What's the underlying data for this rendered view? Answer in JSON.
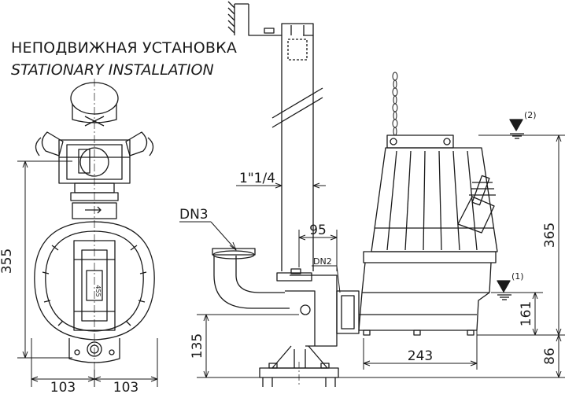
{
  "titles": {
    "ru": "НЕПОДВИЖНАЯ УСТАНОВКА",
    "en": "STATIONARY INSTALLATION"
  },
  "dimensions": {
    "left_height": "355",
    "half_width_left": "103",
    "half_width_right": "103",
    "pipe_size": "1\"1/4",
    "outlet_label": "DN3",
    "flange_label": "DN2",
    "offset": "95",
    "right_height": "365",
    "mid_height": "161",
    "base_height": "135",
    "base_width": "243",
    "foot_height": "86",
    "pump_label": "455"
  },
  "levels": {
    "upper": "(2)",
    "lower": "(1)"
  },
  "colors": {
    "line": "#1a1a1a",
    "background": "#ffffff"
  }
}
